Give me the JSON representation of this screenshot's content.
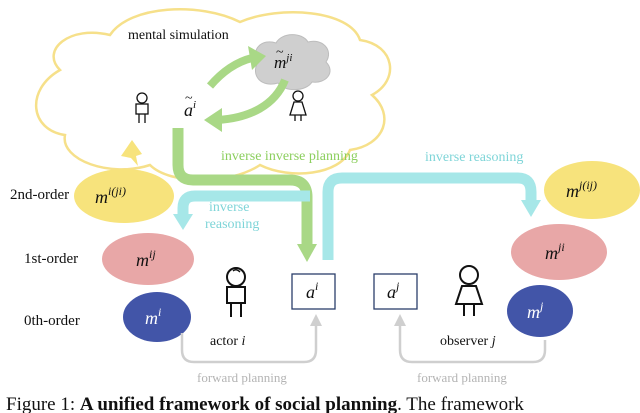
{
  "diagram": {
    "mental_simulation_label": "mental simulation",
    "simulated_mind_base": "m",
    "simulated_mind_sup": "ji",
    "simulated_action_base": "a",
    "simulated_action_sup": "i",
    "orders": {
      "second": "2nd-order",
      "first": "1st-order",
      "zeroth": "0th-order"
    },
    "minds": {
      "m_i_ji": {
        "base": "m",
        "sup": "i(ji)"
      },
      "m_ij": {
        "base": "m",
        "sup": "ij"
      },
      "m_i": {
        "base": "m",
        "sup": "i"
      },
      "m_j_ij": {
        "base": "m",
        "sup": "j(ij)"
      },
      "m_ji": {
        "base": "m",
        "sup": "ji"
      },
      "m_j": {
        "base": "m",
        "sup": "j"
      }
    },
    "actions": {
      "a_i": {
        "base": "a",
        "sup": "i"
      },
      "a_j": {
        "base": "a",
        "sup": "j"
      }
    },
    "agents": {
      "actor": {
        "label": "actor",
        "var": "i"
      },
      "observer": {
        "label": "observer",
        "var": "j"
      }
    },
    "arrows": {
      "inverse_inverse_planning": "inverse inverse planning",
      "inverse_reasoning_right": "inverse reasoning",
      "inverse_reasoning_left_line1": "inverse",
      "inverse_reasoning_left_line2": "reasoning",
      "forward_planning_left": "forward planning",
      "forward_planning_right": "forward planning"
    },
    "colors": {
      "cloud_outline": "#f6e08a",
      "yellow_fill": "#f7e37c",
      "pink_fill": "#e8a7a7",
      "blue_fill": "#4255a8",
      "green_arrow": "#a9d886",
      "cyan_arrow": "#a6e7e8",
      "gray_arrow": "#cfcfcf",
      "gray_text": "#b4b4b4",
      "green_text": "#8ccf5e",
      "cyan_text": "#7fd5d8",
      "box_border": "#2b3e6b"
    }
  },
  "caption": {
    "prefix": "Figure 1: ",
    "bold": "A unified framework of social planning",
    "suffix": ". The framework"
  }
}
